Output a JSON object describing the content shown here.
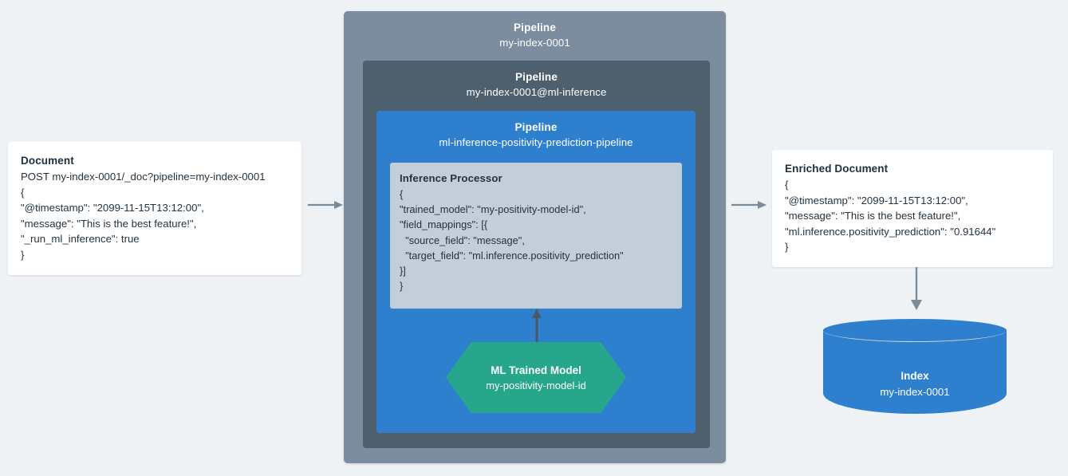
{
  "page": {
    "background_color": "#eff2f5",
    "title": "Elasticsearch ML inference ingest pipeline diagram"
  },
  "colors": {
    "outer_panel": "#7b8d9e",
    "mid_panel": "#4e5f6e",
    "inner_panel": "#2e80cf",
    "processor": "#c3ced8",
    "model_hexagon": "#26a68b",
    "index_cylinder": "#2e80cf",
    "card": "#ffffff",
    "arrow": "#7a8b99",
    "arrow_dark": "#4e5f6e",
    "text": "#24333f"
  },
  "document_card": {
    "title": "Document",
    "request_line": "POST my-index-0001/_doc?pipeline=my-index-0001",
    "body_open": "{",
    "lines": [
      "\"@timestamp\": \"2099-11-15T13:12:00\",",
      "\"message\": \"This is the best feature!\",",
      "\"_run_ml_inference\": true"
    ],
    "body_close": "}"
  },
  "pipelines": [
    {
      "kind": "Pipeline",
      "name": "my-index-0001"
    },
    {
      "kind": "Pipeline",
      "name": "my-index-0001@ml-inference"
    },
    {
      "kind": "Pipeline",
      "name": "ml-inference-positivity-prediction-pipeline"
    }
  ],
  "processor": {
    "title": "Inference Processor",
    "body_open": "{",
    "lines": [
      "\"trained_model\": \"my-positivity-model-id\",",
      "\"field_mappings\": [{",
      "  \"source_field\": \"message\",",
      "  \"target_field\": \"ml.inference.positivity_prediction\"",
      "}]"
    ],
    "body_close": "}"
  },
  "trained_model": {
    "title": "ML Trained Model",
    "name": "my-positivity-model-id"
  },
  "enriched_card": {
    "title": "Enriched Document",
    "body_open": "{",
    "lines": [
      "\"@timestamp\": \"2099-11-15T13:12:00\",",
      "\"message\": \"This is the best feature!\",",
      "\"ml.inference.positivity_prediction\": \"0.91644\""
    ],
    "body_close": "}"
  },
  "index": {
    "title": "Index",
    "name": "my-index-0001"
  },
  "arrows": [
    {
      "name": "document-to-pipeline",
      "direction": "right"
    },
    {
      "name": "pipeline-to-enriched-document",
      "direction": "right"
    },
    {
      "name": "enriched-document-to-index",
      "direction": "down"
    },
    {
      "name": "trained-model-to-processor",
      "direction": "up"
    }
  ]
}
